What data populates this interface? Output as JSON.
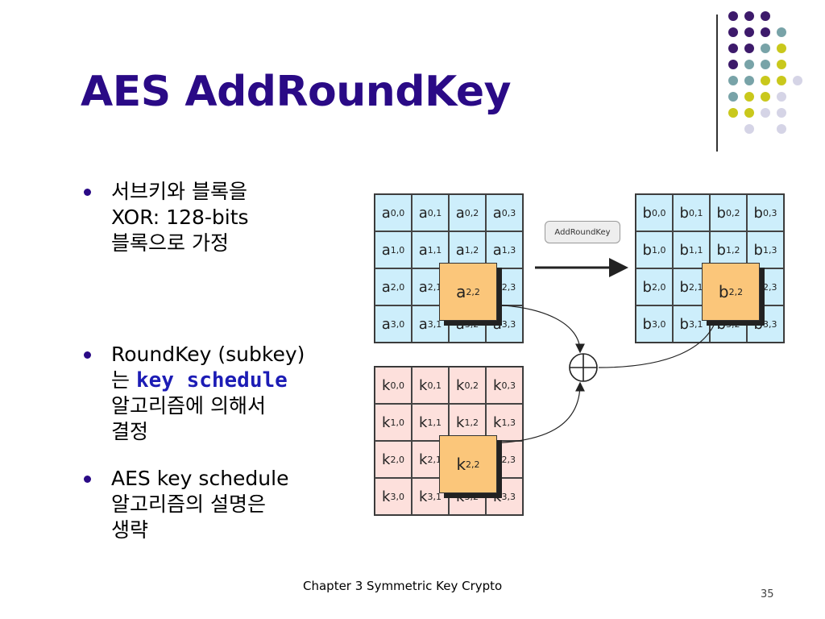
{
  "title": "AES AddRoundKey",
  "bullets": [
    {
      "lines": [
        "서브키와 블록을",
        "XOR:  128-bits",
        "블록으로 가정"
      ]
    },
    {
      "lines": [
        "RoundKey (subkey)",
        "는 ",
        "알고리즘에 의해서",
        "결정"
      ],
      "highlight": "key schedule"
    },
    {
      "lines": [
        "AES key schedule",
        "알고리즘의 설명은",
        "생략"
      ]
    }
  ],
  "diagram": {
    "op_label": "AddRoundKey",
    "a_cells": [
      [
        "a0,0",
        "a0,1",
        "a0,2",
        "a0,3"
      ],
      [
        "a1,0",
        "a1,1",
        "a1,2",
        "a1,3"
      ],
      [
        "a2,0",
        "a2,1",
        "a2,2",
        "a2,3"
      ],
      [
        "a3,0",
        "a3,1",
        "a3,2",
        "a3,3"
      ]
    ],
    "b_cells": [
      [
        "b0,0",
        "b0,1",
        "b0,2",
        "b0,3"
      ],
      [
        "b1,0",
        "b1,1",
        "b1,2",
        "b1,3"
      ],
      [
        "b2,0",
        "b2,1",
        "b2,2",
        "b2,3"
      ],
      [
        "b3,0",
        "b3,1",
        "b3,2",
        "b3,3"
      ]
    ],
    "k_cells": [
      [
        "k0,0",
        "k0,1",
        "k0,2",
        "k0,3"
      ],
      [
        "k1,0",
        "k1,1",
        "k1,2",
        "k1,3"
      ],
      [
        "k2,0",
        "k2,1",
        "k2,2",
        "k2,3"
      ],
      [
        "k3,0",
        "k3,1",
        "k3,2",
        "k3,3"
      ]
    ],
    "a_highlight": "a2,2",
    "b_highlight": "b2,2",
    "k_highlight": "k2,2",
    "xor_icon": "circled-plus-icon"
  },
  "footer": "Chapter 3   Symmetric Key Crypto",
  "page_number": "35",
  "colors": {
    "title": "#2a0a86",
    "highlight": "#1c1cb5",
    "purple_dot": "#3d1a6b",
    "teal_dot": "#78a3a8",
    "yellow_dot": "#c9c81c",
    "lavender_dot": "#d5d4e6"
  }
}
